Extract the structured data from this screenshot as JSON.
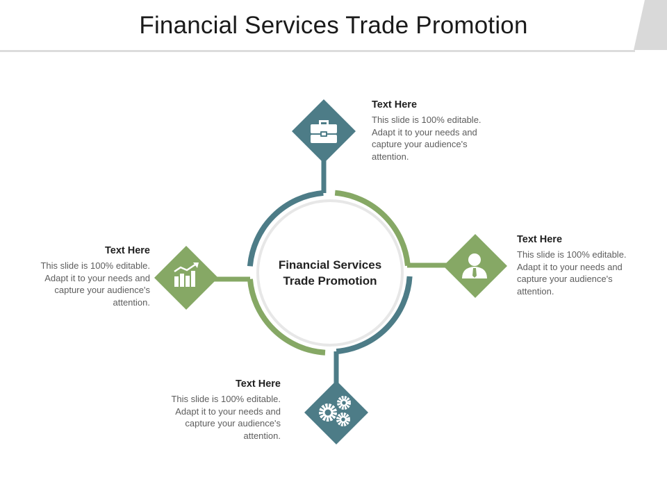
{
  "slide": {
    "title": "Financial Services Trade Promotion"
  },
  "center": {
    "label_line1": "Financial Services",
    "label_line2": "Trade Promotion"
  },
  "items": [
    {
      "heading": "Text Here",
      "body": "This slide is 100% editable. Adapt it to your needs and capture your audience's attention.",
      "icon": "briefcase-icon",
      "color": "#4d7c87"
    },
    {
      "heading": "Text Here",
      "body": "This slide is 100% editable. Adapt it to your needs and capture your audience's attention.",
      "icon": "user-icon",
      "color": "#86a865"
    },
    {
      "heading": "Text Here",
      "body": "This slide is 100% editable. Adapt it to your needs and capture your audience's attention.",
      "icon": "gears-icon",
      "color": "#4d7c87"
    },
    {
      "heading": "Text Here",
      "body": "This slide is 100% editable. Adapt it to your needs and capture your audience's attention.",
      "icon": "bar-chart-icon",
      "color": "#86a865"
    }
  ],
  "colors": {
    "teal": "#4d7c87",
    "green": "#86a865",
    "ring": "#e6e6e6"
  }
}
